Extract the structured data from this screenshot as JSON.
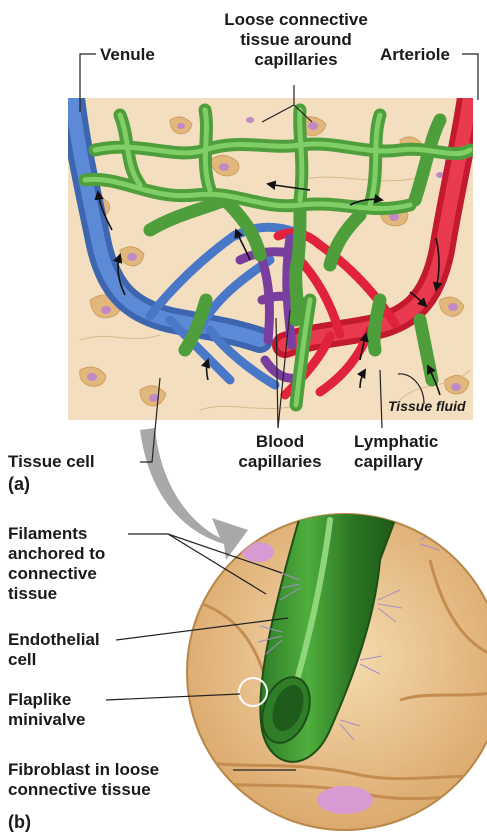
{
  "labels": {
    "venule": "Venule",
    "loose_connective": "Loose connective\ntissue around\ncapillaries",
    "arteriole": "Arteriole",
    "tissue_fluid": "Tissue fluid",
    "tissue_cell": "Tissue cell",
    "blood_capillaries": "Blood\ncapillaries",
    "lymphatic_capillary": "Lymphatic\ncapillary",
    "part_a": "(a)",
    "filaments": "Filaments\nanchored to\nconnective\ntissue",
    "endothelial_cell": "Endothelial\ncell",
    "flaplike_minivalve": "Flaplike\nminivalve",
    "fibroblast": "Fibroblast in loose\nconnective tissue",
    "part_b": "(b)"
  },
  "colors": {
    "tissue_background": "#f3dfbf",
    "lymphatic_green": "#6fc15a",
    "venule_blue": "#4a78c8",
    "arteriole_red": "#e0223a",
    "capillary_purple": "#7a3f9e",
    "tissue_cell_tan": "#e2b77c",
    "nucleus_purple": "#c08ac4",
    "arrow_gray": "#a8a8a8"
  }
}
